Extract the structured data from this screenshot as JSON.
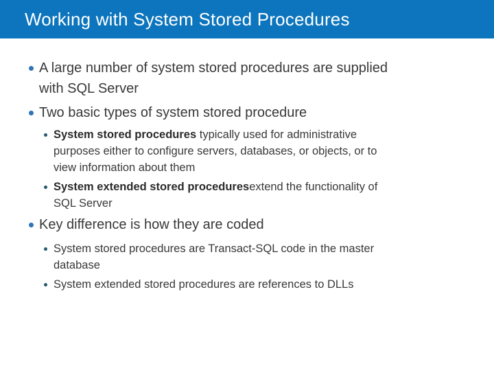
{
  "slide": {
    "title": "Working with System Stored Procedures",
    "colors": {
      "header_bg": "#0c75bd",
      "level1_bullet": "#2e75b6",
      "level2_bullet": "#26586e",
      "body_text": "#383838",
      "title_text": "#ffffff"
    },
    "bullets": [
      {
        "level": 1,
        "lines": [
          "A large number of system stored procedures are supplied",
          "with SQL Server"
        ]
      },
      {
        "level": 1,
        "lines": [
          "Two basic types of system stored procedure"
        ]
      },
      {
        "level": 2,
        "bold": "System stored procedures",
        "bold_suffix": " typically used for administrative",
        "lines": [
          "purposes either to configure servers, databases, or objects, or to",
          "view information about them"
        ]
      },
      {
        "level": 2,
        "bold": "System extended stored procedures",
        "bold_suffix": "extend the functionality of",
        "lines": [
          "SQL Server"
        ]
      },
      {
        "level": 1,
        "lines": [
          "Key difference is how they are coded"
        ]
      },
      {
        "level": 2,
        "lines": [
          "System stored procedures are Transact-SQL code in the master",
          "database"
        ]
      },
      {
        "level": 2,
        "lines": [
          "System extended stored procedures are references to DLLs"
        ]
      }
    ]
  }
}
